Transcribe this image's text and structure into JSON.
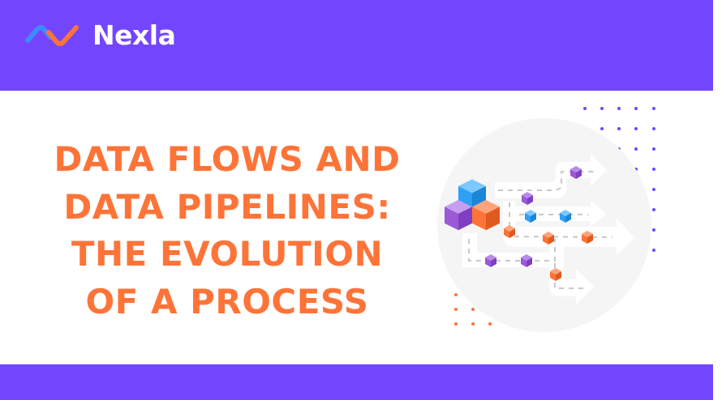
{
  "header": {
    "brand_name": "Nexla",
    "logo_icon": "nexla-wave-logo-icon",
    "background_color": "#7346fe"
  },
  "hero": {
    "title_lines": [
      "DATA FLOWS AND",
      "DATA PIPELINES:",
      "THE EVOLUTION",
      "OF A PROCESS"
    ],
    "title_color": "#fe7438"
  },
  "illustration": {
    "icon": "data-pipeline-flow-illustration",
    "colors": {
      "purple": "#9b59d6",
      "blue": "#2ea0f5",
      "orange": "#fe7438",
      "circle": "#f5f5f5",
      "dot_purple": "#7346fe",
      "dot_orange": "#fe7438"
    }
  },
  "footer": {
    "background_color": "#7346fe"
  }
}
